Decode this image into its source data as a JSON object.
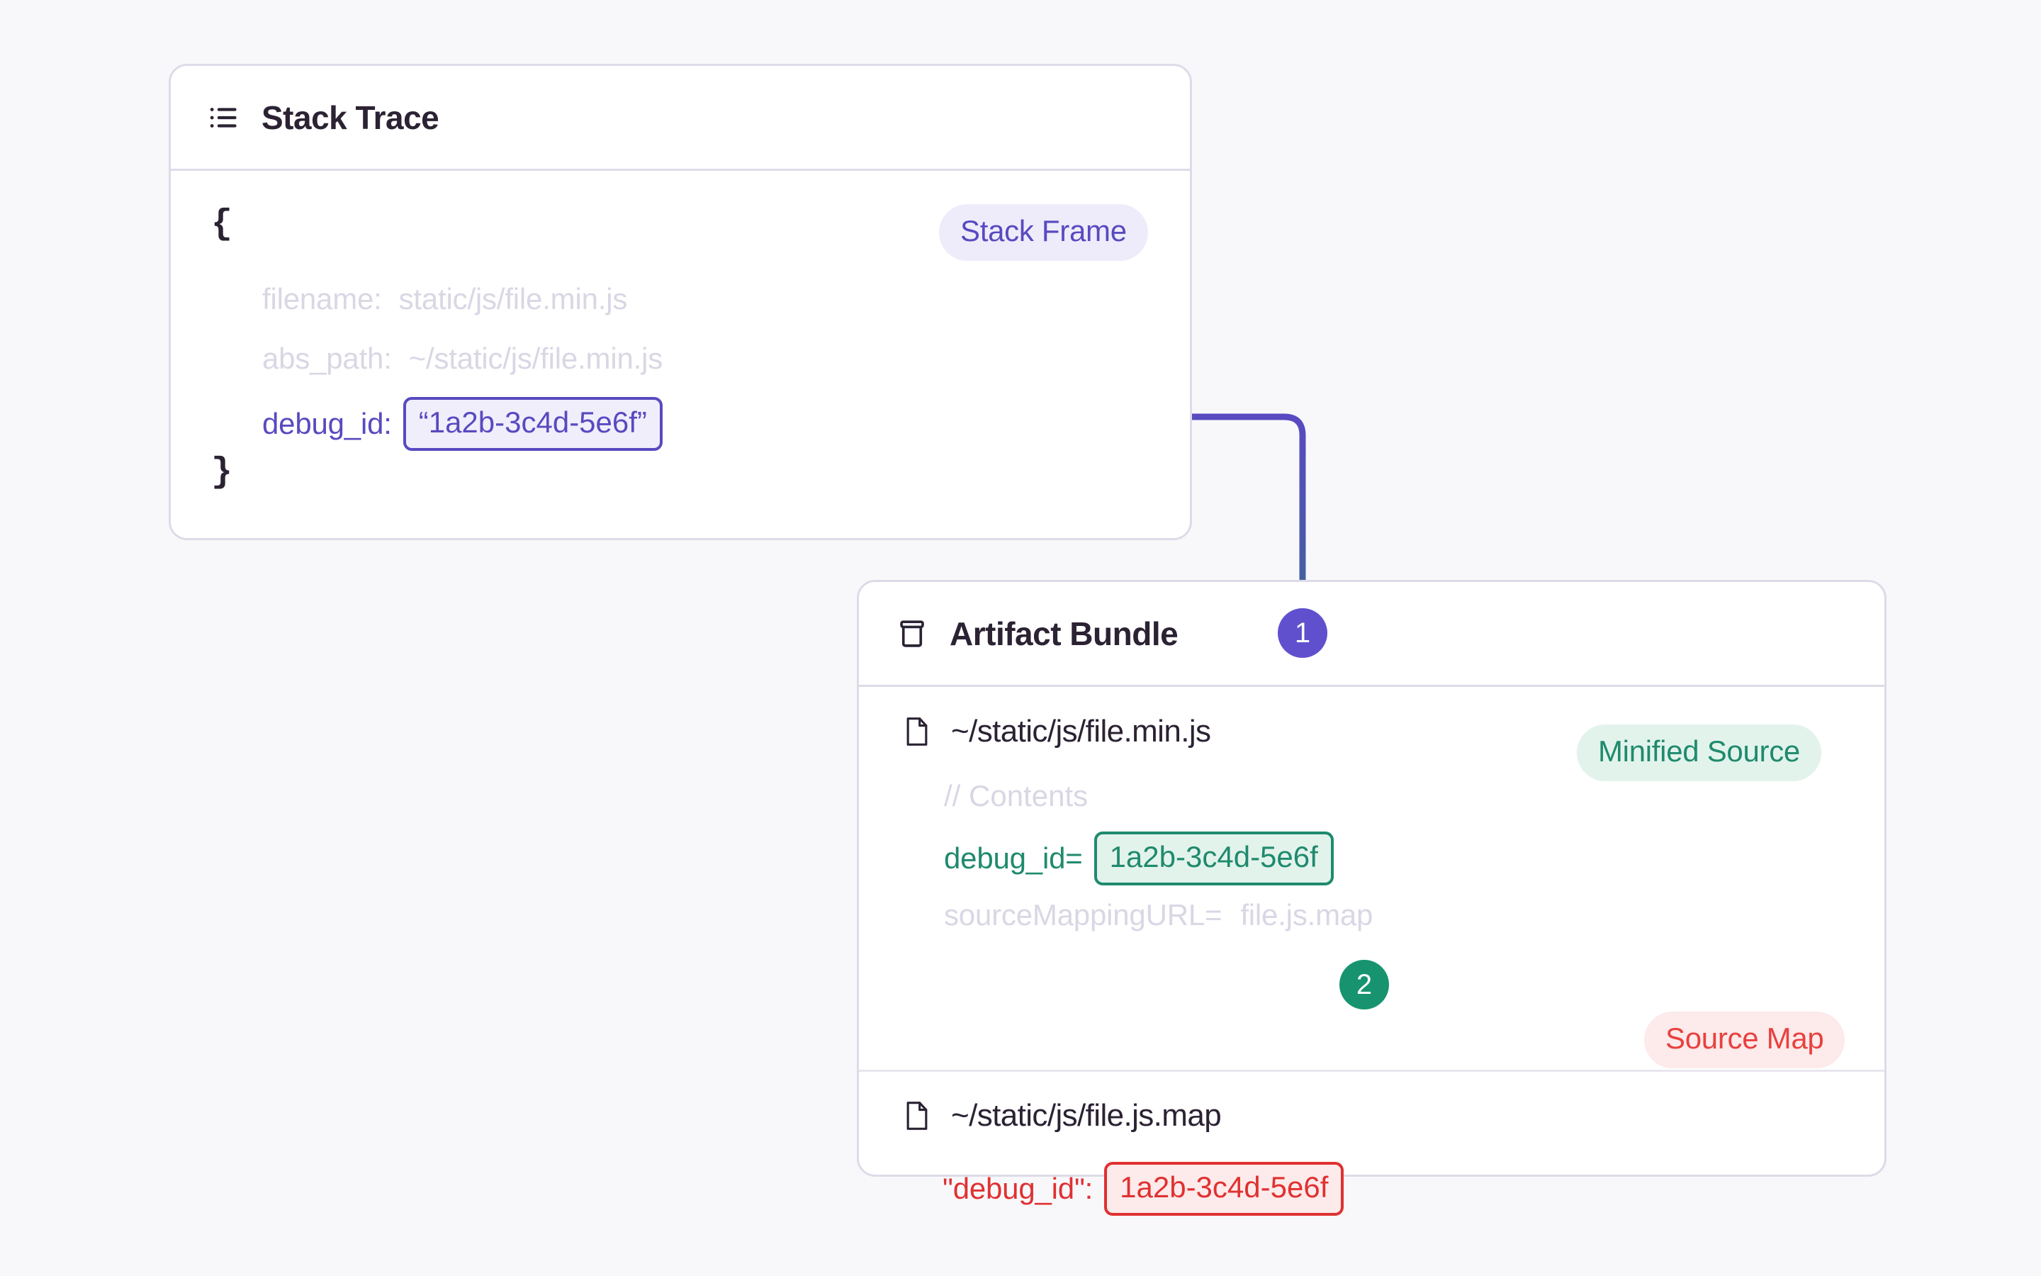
{
  "colors": {
    "background": "#f8f8fb",
    "card_border": "#dedbe8",
    "text_dark": "#2b2233",
    "muted": "#d9d7e4",
    "purple": "#584ac0",
    "purple_badge": "#6050ce",
    "green": "#1f8a6d",
    "green_badge": "#17946f",
    "red": "#e03131",
    "red_pill_text": "#e8413f"
  },
  "stack_trace_card": {
    "title": "Stack Trace",
    "icon": "list-icon",
    "badge": "Stack Frame",
    "brace_open": "{",
    "brace_close": "}",
    "fields": [
      {
        "key": "filename:",
        "value": "static/js/file.min.js",
        "muted": true
      },
      {
        "key": "abs_path:",
        "value": "~/static/js/file.min.js",
        "muted": true
      }
    ],
    "debug_id": {
      "key": "debug_id:",
      "value": "“1a2b-3c4d-5e6f”"
    }
  },
  "artifact_bundle_card": {
    "title": "Artifact Bundle",
    "icon": "package-icon",
    "files": [
      {
        "icon": "file-icon",
        "name": "~/static/js/file.min.js",
        "badge": "Minified Source",
        "lines": {
          "contents_comment": "// Contents",
          "debug_id_key": "debug_id=",
          "debug_id_value": "1a2b-3c4d-5e6f",
          "source_mapping_key": "sourceMappingURL=",
          "source_mapping_value": "file.js.map"
        }
      },
      {
        "icon": "file-icon",
        "name": "~/static/js/file.js.map",
        "badge": "Source Map",
        "lines": {
          "debug_id_key": "\"debug_id\":",
          "debug_id_value": "1a2b-3c4d-5e6f"
        }
      }
    ]
  },
  "steps": [
    {
      "number": "1",
      "color": "#6050ce"
    },
    {
      "number": "2",
      "color": "#17946f"
    }
  ]
}
